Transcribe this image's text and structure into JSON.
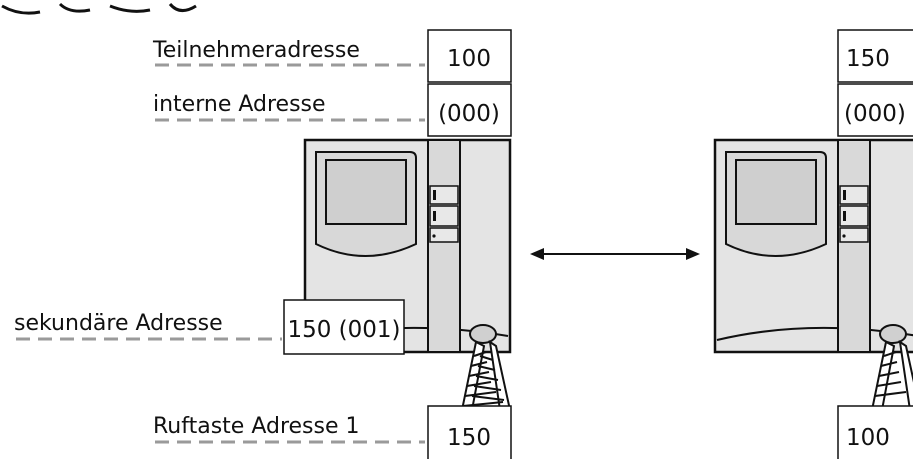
{
  "labels": {
    "subscriber_address": "Teilnehmeradresse",
    "internal_address": "interne Adresse",
    "secondary_address": "sekundäre Adresse",
    "call_button_address": "Ruftaste Adresse 1"
  },
  "left_unit": {
    "subscriber_value": "100",
    "internal_value": "(000)",
    "secondary_value": "150 (001)",
    "call_button_value": "150"
  },
  "right_unit": {
    "subscriber_value": "150",
    "internal_value": "(000)",
    "call_button_value": "100"
  },
  "colors": {
    "device_face": "#e4e4e4",
    "screen": "#cfcfcf",
    "leader_dash": "#9a9a9a",
    "outline": "#111111"
  }
}
